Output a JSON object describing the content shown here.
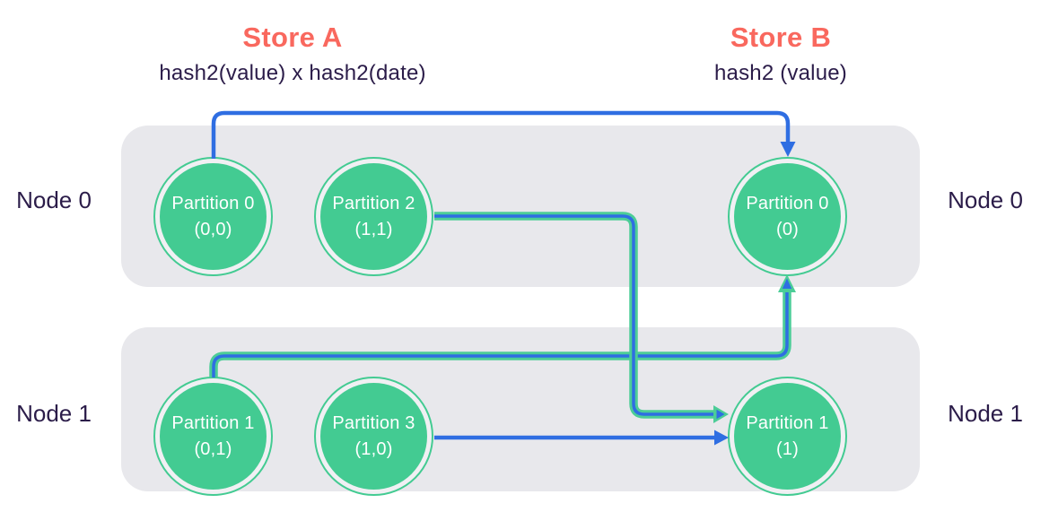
{
  "diagram": {
    "stores": [
      {
        "title": "Store A",
        "subtitle": "hash2(value) x hash2(date)"
      },
      {
        "title": "Store B",
        "subtitle": "hash2 (value)"
      }
    ],
    "node_labels_left": [
      "Node 0",
      "Node 1"
    ],
    "node_labels_right": [
      "Node 0",
      "Node 1"
    ],
    "partitions": [
      {
        "label": "Partition 0",
        "coords": "(0,0)"
      },
      {
        "label": "Partition 2",
        "coords": "(1,1)"
      },
      {
        "label": "Partition 0",
        "coords": "(0)"
      },
      {
        "label": "Partition 1",
        "coords": "(0,1)"
      },
      {
        "label": "Partition 3",
        "coords": "(1,0)"
      },
      {
        "label": "Partition 1",
        "coords": "(1)"
      }
    ],
    "arrows": [
      {
        "name": "storeA-partition0-to-storeB-partition0",
        "style": "blue"
      },
      {
        "name": "storeA-partition1-to-storeB-partition0",
        "style": "green-blue"
      },
      {
        "name": "storeA-partition2-to-storeB-partition1",
        "style": "green-blue"
      },
      {
        "name": "storeA-partition3-to-storeB-partition1",
        "style": "blue"
      }
    ],
    "colors": {
      "accent_coral": "#F9685E",
      "text_navy": "#2B1C49",
      "partition_green": "#43CB92",
      "arrow_green": "#4CCD97",
      "arrow_blue": "#2F6EE2",
      "node_box_gray": "#E8E8EC"
    }
  }
}
